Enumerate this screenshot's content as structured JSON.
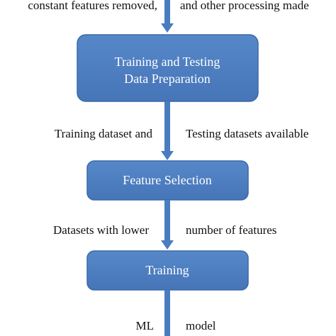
{
  "colors": {
    "box_fill": "#4a7cc0",
    "box_stroke": "#3b6aa8",
    "arrow": "#4a7cc0",
    "text": "#111111",
    "box_text": "#ffffff"
  },
  "top_labels": {
    "left": "constant features removed,",
    "right": "and other processing made"
  },
  "boxes": {
    "data_prep": {
      "line1": "Training and Testing",
      "line2": "Data Preparation"
    },
    "feature_selection": {
      "label": "Feature Selection"
    },
    "training": {
      "label": "Training"
    }
  },
  "connectors": {
    "prep_to_selection": {
      "left": "Training dataset and",
      "right": "Testing datasets available"
    },
    "selection_to_training": {
      "left": "Datasets with lower",
      "right": "number of features"
    },
    "training_out": {
      "left": "ML",
      "right": "model"
    }
  }
}
